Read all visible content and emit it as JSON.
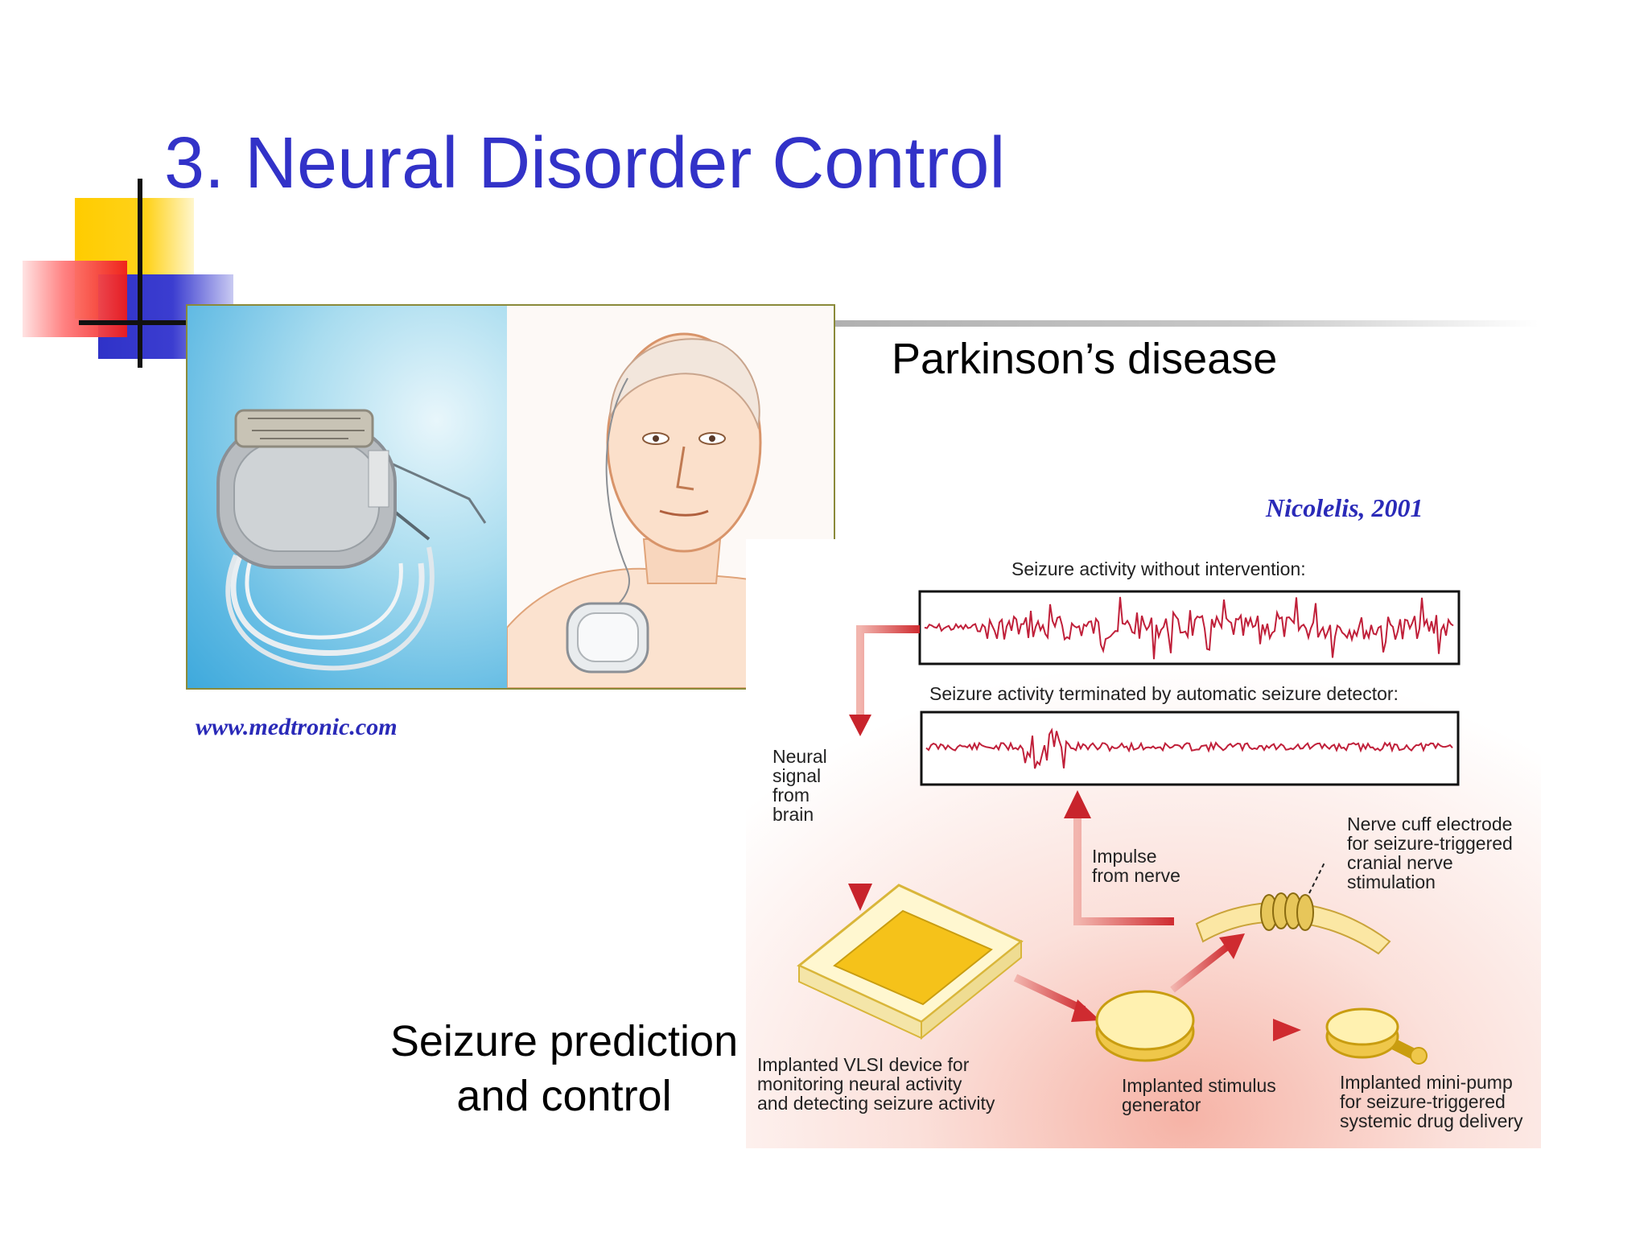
{
  "slide": {
    "title": "3.  Neural Disorder Control",
    "parkinson_heading": "Parkinson’s disease",
    "seizure_heading": [
      "Seizure prediction",
      "and control"
    ]
  },
  "citations": {
    "medtronic": "www.medtronic.com",
    "nicolelis": "Nicolelis, 2001"
  },
  "diagram": {
    "trace_top_label": "Seizure activity without intervention:",
    "trace_bottom_label": "Seizure activity terminated by automatic seizure detector:",
    "neural_signal": [
      "Neural",
      "signal",
      "from",
      "brain"
    ],
    "impulse": [
      "Impulse",
      "from nerve"
    ],
    "nerve_cuff": [
      "Nerve cuff electrode",
      "for seizure-triggered",
      "cranial nerve",
      "stimulation"
    ],
    "vlsi": [
      "Implanted VLSI device for",
      "monitoring neural activity",
      "and detecting seizure activity"
    ],
    "stimulus": [
      "Implanted stimulus",
      "generator"
    ],
    "minipump": [
      "Implanted mini-pump",
      "for seizure-triggered",
      "systemic drug delivery"
    ]
  },
  "colors": {
    "title": "#3232c8",
    "citation": "#2a2ab8",
    "trace": "#c0203a",
    "arrow": "#c8242c",
    "device_fill": "#f5c21a"
  }
}
